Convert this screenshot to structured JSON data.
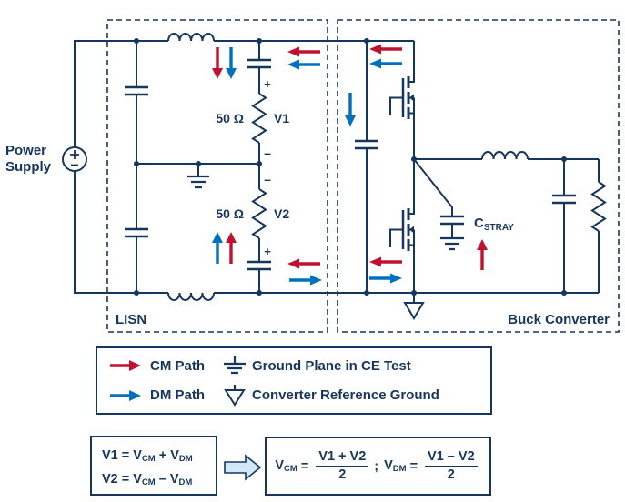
{
  "colors": {
    "ink": "#17365d",
    "cm_red": "#c01230",
    "dm_blue": "#0072bd",
    "block_arrow_fill": "#cfe9f8"
  },
  "schematic": {
    "power_line1": "Power",
    "power_line2": "Supply",
    "lisn_label": "LISN",
    "buck_label": "Buck Converter",
    "r1_value": "50 Ω",
    "r2_value": "50 Ω",
    "v1_label": "V1",
    "v2_label": "V2",
    "v1_plus": "+",
    "v1_minus": "–",
    "v2_minus": "–",
    "v2_plus": "+",
    "cstray_main": "C",
    "cstray_sub": "STRAY"
  },
  "legend": {
    "cm_label": "CM Path",
    "dm_label": "DM Path",
    "ground_plane_label": "Ground Plane in CE Test",
    "ref_ground_label": "Converter Reference Ground"
  },
  "eq_left": {
    "l1_pre": "V1 = V",
    "l1_sub1": "CM",
    "l1_mid": " + V",
    "l1_sub2": "DM",
    "l2_pre": "V2 = V",
    "l2_sub1": "CM",
    "l2_mid": " – V",
    "l2_sub2": "DM"
  },
  "eq_right": {
    "v1": "V",
    "v1sub": "CM",
    "eq1": "=",
    "num1": "V1 + V2",
    "den1": "2",
    "sep": ";",
    "v2": "V",
    "v2sub": "DM",
    "eq2": "=",
    "num2": "V1 – V2",
    "den2": "2"
  }
}
